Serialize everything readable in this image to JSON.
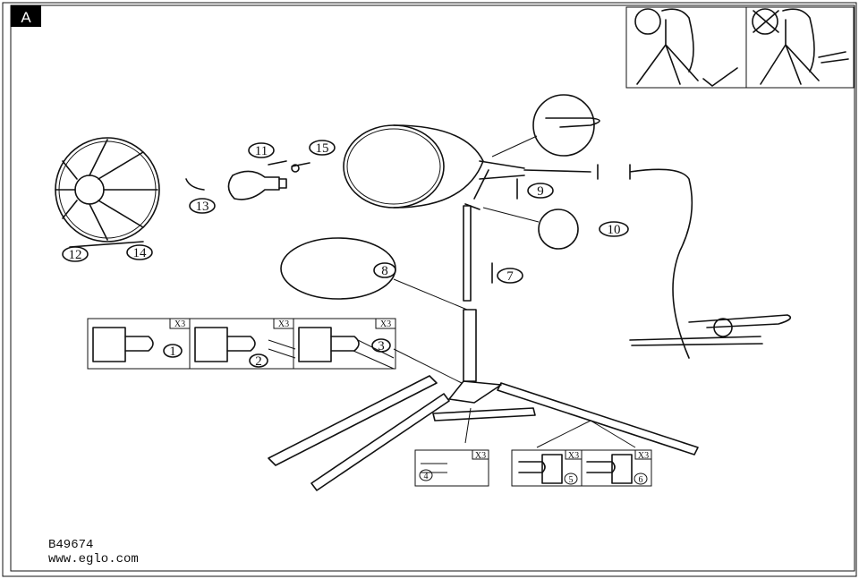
{
  "section_label": "A",
  "steps": {
    "s1": "1",
    "s2": "2",
    "s3": "3",
    "s4": "4",
    "s5": "5",
    "s6": "6",
    "s7": "7",
    "s8": "8",
    "s9": "9",
    "s10": "10",
    "s11": "11",
    "s12": "12",
    "s13": "13",
    "s14": "14",
    "s15": "15"
  },
  "quantity_label": "X3",
  "footer": {
    "article_number": "B49674",
    "website": "www.eglo.com"
  }
}
